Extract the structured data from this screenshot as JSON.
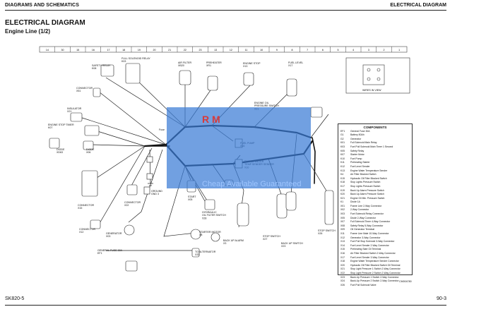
{
  "header": {
    "left": "DIAGRAMS AND SCHEMATICS",
    "right": "ELECTRICAL DIAGRAM"
  },
  "title": "ELECTRICAL DIAGRAM",
  "subtitle": "Engine Line (1/2)",
  "footer": {
    "left": "SK820-5",
    "right": "90-3"
  },
  "grid_numbers": [
    "14",
    "30",
    "15",
    "16",
    "17",
    "18",
    "19",
    "20",
    "21",
    "22",
    "23",
    "13",
    "12",
    "11",
    "10",
    "9",
    "8",
    "7",
    "6",
    "5",
    "4",
    "3",
    "2",
    "1"
  ],
  "labels": {
    "safety_relay": "SAFETY RELAY\nK08",
    "full_solenoid_relay": "FULL SOLENOID RELAY\nK03",
    "air_filter": "AIR FILTER\nXB20",
    "preheater": "PREHEATER\nXR1",
    "engine_stop": "ENGINE STOP\nX13",
    "fuel_level": "FUEL LEVEL\nX17",
    "connector_x51": "CONNECTOR\nX51",
    "insulator": "INSULATOR\nX21",
    "engine_oil_sw": "ENGINE OIL\nPRESSURE SWITCH\nX21",
    "engine_stop_timer": "ENGINE STOP TIMER\nK07",
    "diode": "DIODE\nXD63",
    "diode2": "DIODE\nX06",
    "fuel_pump": "FUEL PUMP\nX16",
    "water_temp": "ENGINE WATER\nTEMP SENDER SENDER\nX10",
    "connector_x15": "CONNECTOR\nX15",
    "connector_x22": "CONNECTOR\nX22",
    "ground": "GROUND\nGND 3",
    "start": "START\nX05",
    "generator": "GENERATOR\nX03",
    "hyd_filter": "HYDRAULIC\nOIL FILTER SWITCH\nX28",
    "starter_motor": "STARTER MOTOR\nX8",
    "back_up_alarm": "BACK UP ALARM\nX3",
    "stop_switch": "STOP SWITCH\nX27",
    "backup_switch": "BACK UP SWITCH\nX23",
    "stop_switch_2": "STOP SWITCH\nX26",
    "general_fuse": "GENERAL FUSE 30A\nEF1",
    "to_alternator": "TO ALTERNATOR\nX33",
    "connector_x12": "CONNECTOR\nX12",
    "wires_in_view": "WIRES IN VIEW",
    "fuse_label": "Fuse",
    "figure_code": "CM004780"
  },
  "components": {
    "title": "COMPONENTS",
    "rows": [
      [
        "EF1",
        "General Fuse 30A"
      ],
      [
        "G1",
        "Battery 80Ah"
      ],
      [
        "G2",
        "Generator"
      ],
      [
        "K01",
        "Full Solenoid Main Relay"
      ],
      [
        "K03",
        "Fuel Pull Solenoid Main Timer 1 Second"
      ],
      [
        "K05",
        "Safety Relay"
      ],
      [
        "K07",
        "Starter Motor"
      ],
      [
        "K10",
        "Fuel Pump"
      ],
      [
        "K11",
        "Preheating Starter"
      ],
      [
        "K12",
        "Fuel Level Sender"
      ],
      [
        "K13",
        "Engine Water Temperature Sender"
      ],
      [
        "K4",
        "Air Filter Blocked Switch"
      ],
      [
        "K15",
        "Hydraulic Oil Filter Blocked Switch"
      ],
      [
        "K18",
        "Stop Lights Pressure Switch"
      ],
      [
        "K17",
        "Stop Lights Pressure Switch"
      ],
      [
        "K19",
        "Back Up Alarm Pressure Switch"
      ],
      [
        "K20",
        "Back Up Alarm Pressure Switch"
      ],
      [
        "K21",
        "Engine Oil Min. Pressure Switch"
      ],
      [
        "K1",
        "Diode 1A"
      ],
      [
        "X01",
        "Frame Line 2-Way Connector"
      ],
      [
        "X02",
        "2-Way Connector"
      ],
      [
        "X03",
        "Fuel Solenoid Relay Connector"
      ],
      [
        "X05",
        "Diode 2-Way Connector"
      ],
      [
        "X07",
        "Full Solenoid Timer 4-Way Connector"
      ],
      [
        "X08",
        "Safety Relay 5-Way Connector"
      ],
      [
        "X09",
        "Oil Generator Terminal"
      ],
      [
        "X11",
        "Frame Line Male 10-Way Connector"
      ],
      [
        "X12",
        "Generator 3-Way Connector"
      ],
      [
        "X13",
        "Fuel Pull Stop Solenoid 3-Way Connector"
      ],
      [
        "X14",
        "Fuel Level Sender 2-Way Connector"
      ],
      [
        "X15",
        "Preheating Start Oil Terminal"
      ],
      [
        "X16",
        "Air Filter Blocked Switch 2-Way Connector"
      ],
      [
        "X17",
        "Fuel Level Sender 3-Way Connector"
      ],
      [
        "X18",
        "Engine Water Temperature Sender Connector"
      ],
      [
        "X20",
        "Hydraulic Oil Filter Blocked Switch Oil Terminal"
      ],
      [
        "X21",
        "Stop Light Pressure 1 Switch 2-Way Connector"
      ],
      [
        "X22",
        "Stop Light Pressure 2 Switch 2-Way Connector"
      ],
      [
        "X23",
        "Back-Up Pressure 1 Switch 2-Way Connector"
      ],
      [
        "X24",
        "Back-Up Pressure 2 Switch 2-Way Connector"
      ],
      [
        "X26",
        "Fuel Pull Solenoid Valve"
      ]
    ]
  },
  "watermark": {
    "text": "Cheap Available Guaranteed",
    "mark": "R M"
  },
  "colors": {
    "wire": "#111111",
    "watermark_blue": "#3a7bd5",
    "watermark_red": "#d83a3a"
  }
}
